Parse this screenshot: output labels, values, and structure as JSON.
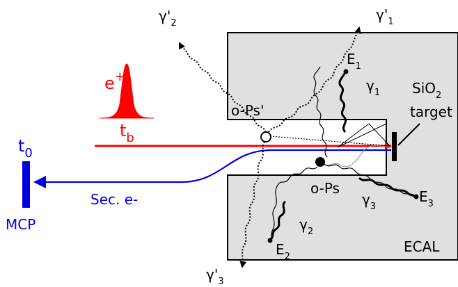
{
  "labels": {
    "gamma_prime_2": {
      "base": "γ'",
      "sub": "2"
    },
    "gamma_prime_1": {
      "base": "γ'",
      "sub": "1"
    },
    "gamma_prime_3": {
      "base": "γ'",
      "sub": "3"
    },
    "gamma_1": {
      "base": "γ",
      "sub": "1"
    },
    "gamma_2": {
      "base": "γ",
      "sub": "2"
    },
    "gamma_3": {
      "base": "γ",
      "sub": "3"
    },
    "e_1": {
      "base": "E",
      "sub": "1"
    },
    "e_2": {
      "base": "E",
      "sub": "2"
    },
    "e_3": {
      "base": "E",
      "sub": "3"
    },
    "positron": {
      "base": "e",
      "sup": "+"
    },
    "t_b": {
      "base": "t",
      "sub": "b"
    },
    "t_0": {
      "base": "t",
      "sub": "0"
    },
    "ops_prime": "o-Ps'",
    "ops": "o-Ps",
    "target_line1_base": "SiO",
    "target_line1_sub": "2",
    "target_line2": "target",
    "sec_e": "Sec. e-",
    "mcp": "MCP",
    "ecal": "ECAL"
  },
  "colors": {
    "positron_beam": "#ff0000",
    "secondary_electron": "#0000dd",
    "calorimeter_fill": "#e0e0e0",
    "ink": "#000000"
  }
}
